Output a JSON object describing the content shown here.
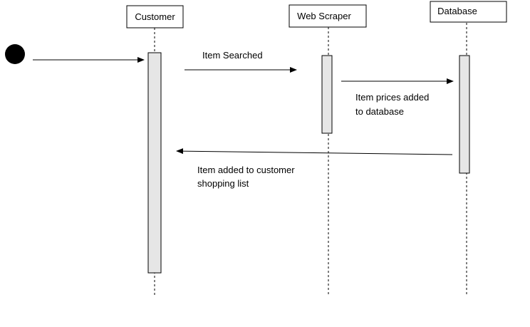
{
  "participants": [
    {
      "id": "customer",
      "label": "Customer"
    },
    {
      "id": "web-scraper",
      "label": "Web Scraper"
    },
    {
      "id": "database",
      "label": "Database"
    }
  ],
  "messages": [
    {
      "id": "item-searched",
      "from": "customer",
      "to": "web-scraper",
      "lines": [
        "Item Searched"
      ]
    },
    {
      "id": "item-prices-added",
      "from": "web-scraper",
      "to": "database",
      "lines": [
        "Item prices added",
        "to database"
      ]
    },
    {
      "id": "item-added",
      "from": "database",
      "to": "customer",
      "lines": [
        "Item added to customer",
        "shopping list"
      ]
    }
  ],
  "colors": {
    "line": "#000000",
    "activation_fill": "#e6e6e6",
    "start_node": "#000000",
    "background": "#ffffff"
  }
}
